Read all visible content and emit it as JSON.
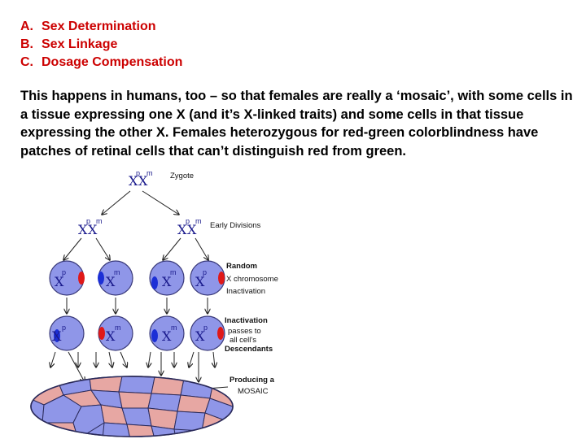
{
  "outline": [
    {
      "marker": "A.",
      "text": "Sex Determination"
    },
    {
      "marker": "B.",
      "text": "Sex Linkage"
    },
    {
      "marker": "C.",
      "text": "Dosage Compensation"
    }
  ],
  "paragraph": "This happens in humans, too – so that females are really a ‘mosaic’, with some cells in a tissue expressing one X (and it’s X-linked traits) and some cells in that tissue expressing the other X.  Females heterozygous for red-green colorblindness have patches of retinal cells that can’t distinguish red from green.",
  "diagram": {
    "symbols": {
      "x": "X",
      "p": "p",
      "m": "m"
    },
    "labels": {
      "zygote": "Zygote",
      "early_divisions": "Early Divisions",
      "random_1": "Random",
      "random_2": "X chromosome",
      "random_3": "Inactivation",
      "inact_1": "Inactivation",
      "inact_2": "passes to",
      "inact_3": "all cell's",
      "inact_4": "Descendants",
      "producing_1": "Producing a",
      "producing_2": "MOSAIC"
    },
    "colors": {
      "cell_fill": "#8f96e8",
      "paternal_x": "#e01818",
      "maternal_x": "#1c2fd6",
      "mosaic_a": "#8f96e8",
      "mosaic_b": "#e7a7a3",
      "text": "#1a1a8c"
    }
  }
}
